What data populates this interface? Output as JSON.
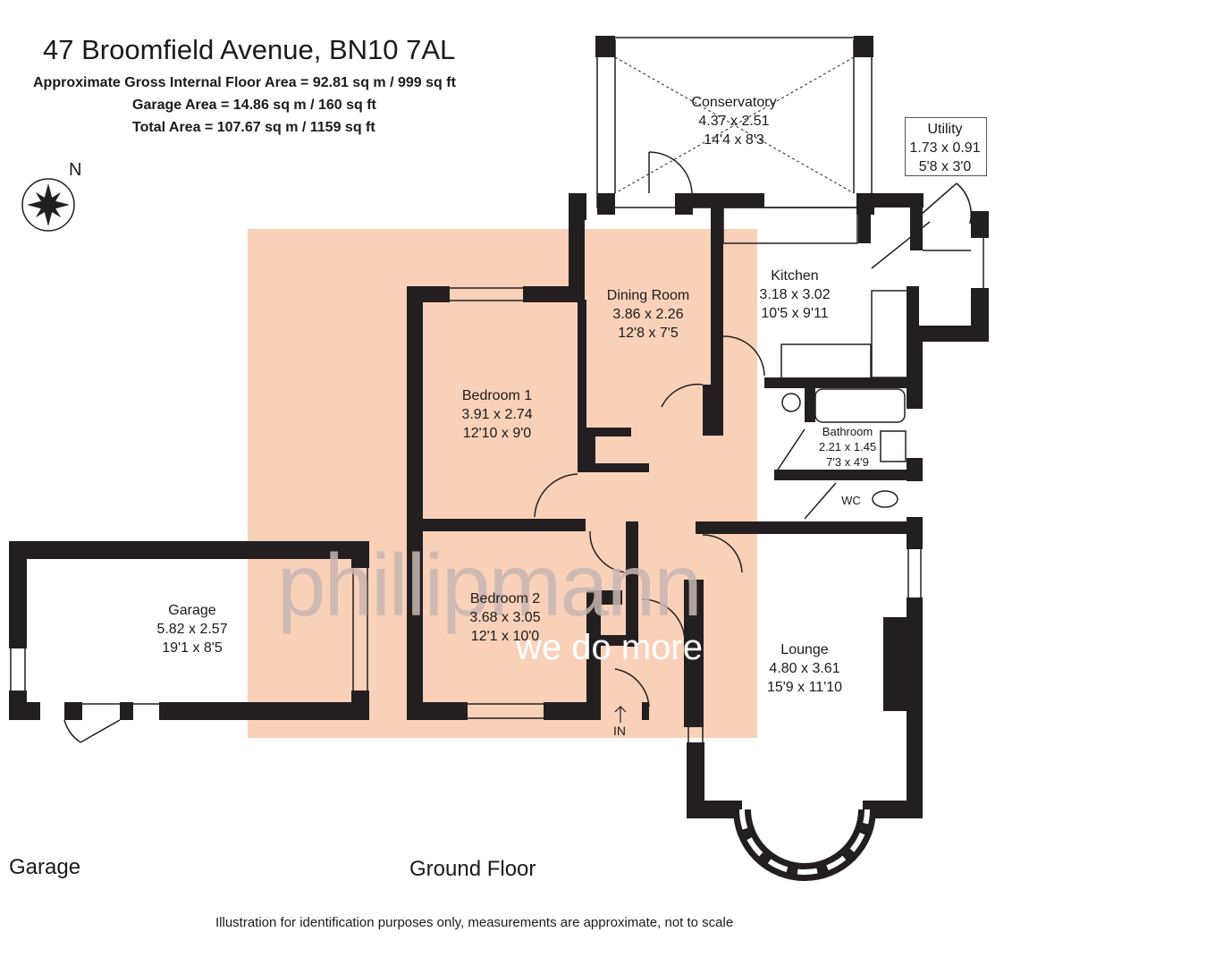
{
  "header": {
    "address": "47 Broomfield Avenue, BN10 7AL",
    "gross_area": "Approximate Gross Internal Floor Area = 92.81 sq m / 999 sq ft",
    "garage_area": "Garage Area = 14.86 sq m / 160 sq ft",
    "total_area": "Total Area = 107.67 sq m / 1159 sq ft"
  },
  "compass": {
    "north_label": "N"
  },
  "rooms": {
    "conservatory": {
      "name": "Conservatory",
      "metric": "4.37 x 2.51",
      "imperial": "14'4 x 8'3"
    },
    "utility": {
      "name": "Utility",
      "metric": "1.73 x 0.91",
      "imperial": "5'8 x 3'0"
    },
    "dining": {
      "name": "Dining Room",
      "metric": "3.86 x 2.26",
      "imperial": "12'8 x 7'5"
    },
    "kitchen": {
      "name": "Kitchen",
      "metric": "3.18 x 3.02",
      "imperial": "10'5 x 9'11"
    },
    "bedroom1": {
      "name": "Bedroom 1",
      "metric": "3.91 x 2.74",
      "imperial": "12'10 x 9'0"
    },
    "bathroom": {
      "name": "Bathroom",
      "metric": "2.21 x 1.45",
      "imperial": "7'3 x 4'9"
    },
    "wc": {
      "name": "WC"
    },
    "bedroom2": {
      "name": "Bedroom 2",
      "metric": "3.68 x 3.05",
      "imperial": "12'1 x 10'0"
    },
    "garage": {
      "name": "Garage",
      "metric": "5.82 x 2.57",
      "imperial": "19'1 x 8'5"
    },
    "lounge": {
      "name": "Lounge",
      "metric": "4.80 x 3.61",
      "imperial": "15'9 x 11'10"
    }
  },
  "entrance_label": "IN",
  "watermark": {
    "brand": "phillipmann",
    "tagline": "we do more"
  },
  "floor_labels": {
    "garage": "Garage",
    "ground": "Ground Floor"
  },
  "footer": "Illustration for identification purposes only, measurements are approximate, not to scale",
  "colors": {
    "wall": "#231f20",
    "highlight": "#f8c9ad",
    "window": "#ffffff"
  }
}
